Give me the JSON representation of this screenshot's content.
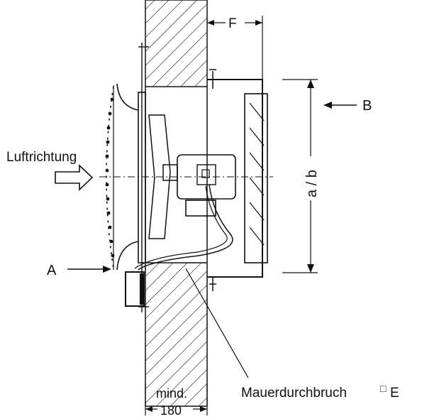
{
  "labels": {
    "air_direction": "Luftrichtung",
    "side_a": "A",
    "side_b": "B",
    "dimension_ab": "a / b",
    "dimension_f": "F",
    "min_label": "mind.",
    "min_value": "180",
    "wall_opening": "Mauerdurchbruch",
    "square_symbol": "□",
    "e_label": "E"
  },
  "colors": {
    "line": "#111111",
    "background": "#ffffff"
  }
}
